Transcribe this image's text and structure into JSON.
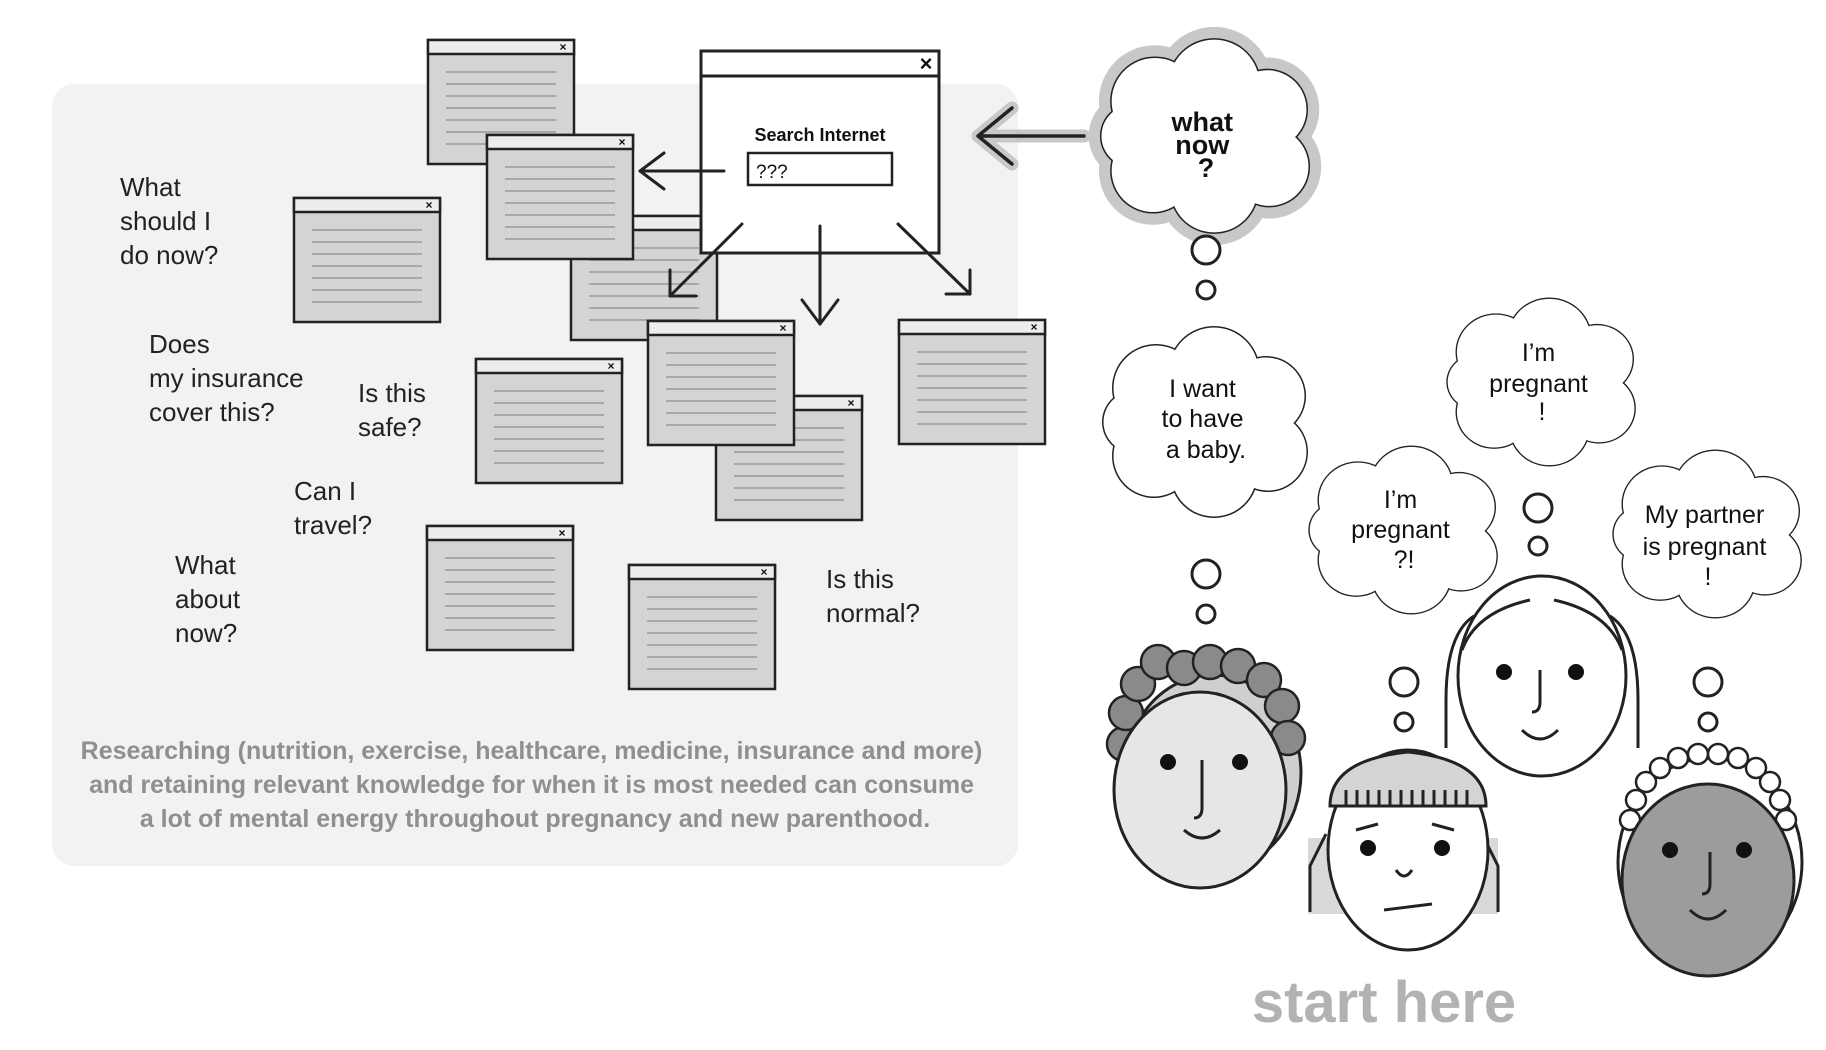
{
  "search_window": {
    "title": "Search Internet",
    "query": "???",
    "close_glyph": "×"
  },
  "questions": [
    {
      "lines": [
        "What",
        "should I",
        "do now?"
      ]
    },
    {
      "lines": [
        "Does",
        "my insurance",
        "cover this?"
      ]
    },
    {
      "lines": [
        "Is this",
        "safe?"
      ]
    },
    {
      "lines": [
        "Can I",
        "travel?"
      ]
    },
    {
      "lines": [
        "What",
        "about",
        "now?"
      ]
    },
    {
      "lines": [
        "Is this",
        "normal?"
      ]
    }
  ],
  "caption": [
    "Researching (nutrition, exercise, healthcare, medicine, insurance and more)",
    "and retaining relevant knowledge for when it is most needed can consume",
    "a lot of mental energy throughout pregnancy and new parenthood."
  ],
  "top_bubble": {
    "lines": [
      "what",
      "now",
      "?"
    ]
  },
  "bubbles": [
    {
      "lines": [
        "I want",
        "to have",
        "a baby."
      ]
    },
    {
      "lines": [
        "I’m",
        "pregnant",
        "?!"
      ]
    },
    {
      "lines": [
        "I’m",
        "pregnant",
        "!"
      ]
    },
    {
      "lines": [
        "My partner",
        "is pregnant",
        "!"
      ]
    }
  ],
  "start_label": "start here",
  "colors": {
    "panel_bg": "#f2f2f2",
    "window_fill": "#d4d4d4",
    "caption_gray": "#8f8f8f",
    "start_gray": "#b2b2b2",
    "face_light": "#e6e6e6",
    "face_dark": "#9c9c9c",
    "hair_gray": "#8a8a8a",
    "top_bubble_halo": "#c8c8c8"
  }
}
